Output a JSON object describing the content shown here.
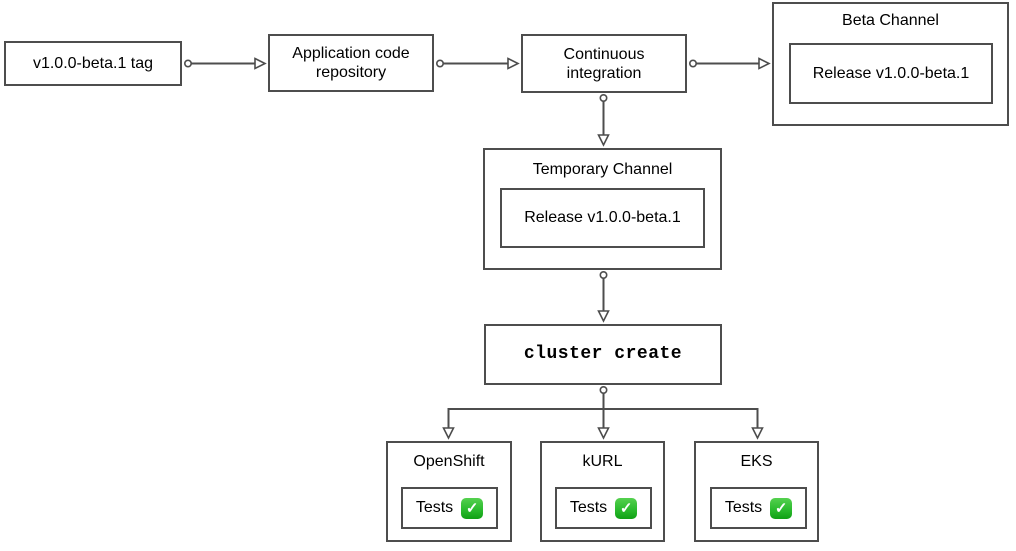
{
  "diagram": {
    "background": "#ffffff",
    "stroke_color": "#4d4d4d",
    "text_color": "#000000",
    "nodes": {
      "tag": {
        "label": "v1.0.0-beta.1 tag"
      },
      "repo": {
        "label": "Application code repository"
      },
      "ci": {
        "label": "Continuous integration"
      },
      "beta_channel": {
        "title": "Beta Channel",
        "release": "Release v1.0.0-beta.1"
      },
      "temporary_channel": {
        "title": "Temporary Channel",
        "release": "Release v1.0.0-beta.1"
      },
      "cluster_create": {
        "label": "cluster create"
      },
      "clusters": [
        {
          "title": "OpenShift",
          "tests_label": "Tests",
          "status_icon": "check-mark-button-icon",
          "status_glyph": "✓"
        },
        {
          "title": "kURL",
          "tests_label": "Tests",
          "status_icon": "check-mark-button-icon",
          "status_glyph": "✓"
        },
        {
          "title": "EKS",
          "tests_label": "Tests",
          "status_icon": "check-mark-button-icon",
          "status_glyph": "✓"
        }
      ]
    },
    "check_colors": {
      "top": "#55d14f",
      "bottom": "#10a014",
      "mark": "#ffffff"
    }
  }
}
